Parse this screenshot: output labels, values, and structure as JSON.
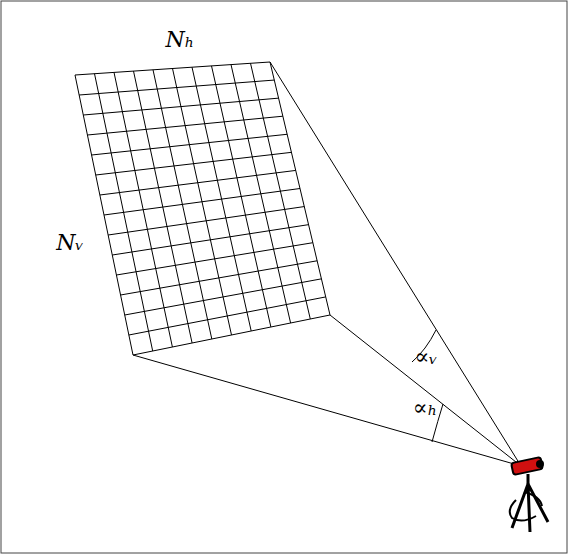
{
  "diagram": {
    "labels": [
      "Nₕ",
      "Nᵥ",
      "∝ᵥ",
      "∝ₕ"
    ]
  }
}
